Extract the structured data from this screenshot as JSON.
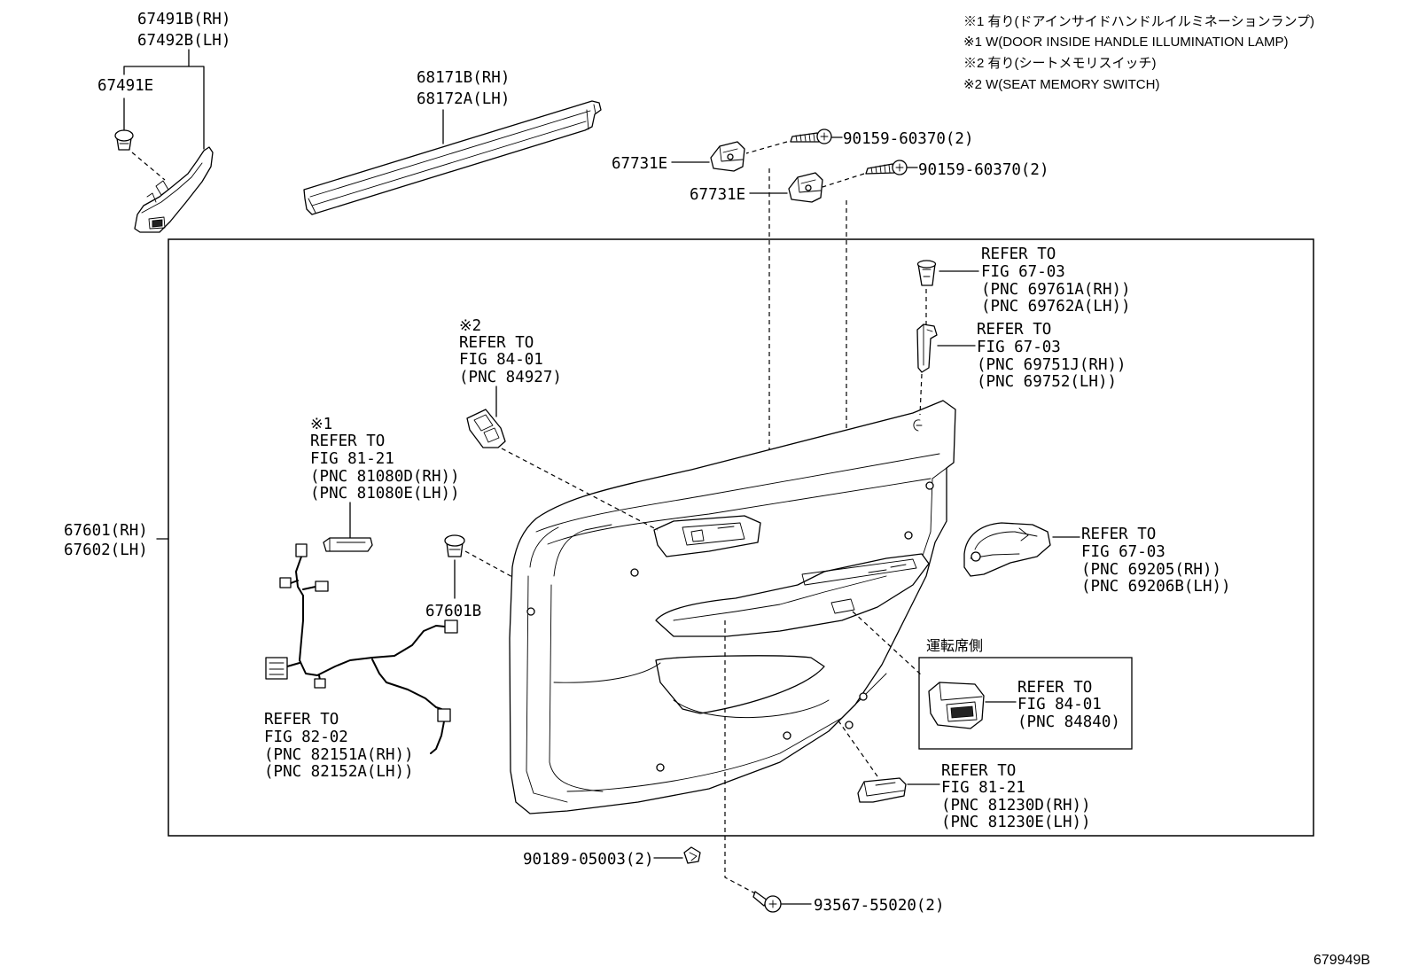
{
  "notes": [
    "※1 有り(ドアインサイドハンドルイルミネーションランプ)",
    "※1 W(DOOR INSIDE HANDLE ILLUMINATION LAMP)",
    "※2 有り(シートメモリスイッチ)",
    "※2 W(SEAT MEMORY SWITCH)"
  ],
  "parts": {
    "garnish_rh": "67491B(RH)",
    "garnish_lh": "67492B(LH)",
    "garnish_clip": "67491E",
    "weatherstrip_rh": "68171B(RH)",
    "weatherstrip_lh": "68172A(LH)",
    "upper_screw_1": "90159-60370(2)",
    "upper_bracket_1": "67731E",
    "upper_screw_2": "90159-60370(2)",
    "upper_bracket_2": "67731E",
    "trim_board_rh": "67601(RH)",
    "trim_board_lh": "67602(LH)",
    "trim_clip": "67601B",
    "lower_clip": "90189-05003(2)",
    "lower_screw": "93567-55020(2)"
  },
  "refs": {
    "lock_knob": [
      "REFER TO",
      "FIG 67-03",
      "(PNC 69761A(RH))",
      "(PNC 69762A(LH))"
    ],
    "lock_rod": [
      "REFER TO",
      "FIG 67-03",
      "(PNC 69751J(RH))",
      "(PNC 69752(LH))"
    ],
    "memory_switch": [
      "※2",
      "REFER TO",
      "FIG 84-01",
      "(PNC 84927)"
    ],
    "handle_lamp": [
      "※1",
      "REFER TO",
      "FIG 81-21",
      "(PNC 81080D(RH))",
      "(PNC 81080E(LH))"
    ],
    "inside_handle": [
      "REFER TO",
      "FIG 67-03",
      "(PNC 69205(RH))",
      "(PNC 69206B(LH))"
    ],
    "window_switch": [
      "REFER TO",
      "FIG 84-01",
      "(PNC 84840)"
    ],
    "wire_harness": [
      "REFER TO",
      "FIG 82-02",
      "(PNC 82151A(RH))",
      "(PNC 82152A(LH))"
    ],
    "courtesy_lamp": [
      "REFER TO",
      "FIG 81-21",
      "(PNC 81230D(RH))",
      "(PNC 81230E(LH))"
    ]
  },
  "driver_side": "運転席側",
  "figure_id": "679949B"
}
